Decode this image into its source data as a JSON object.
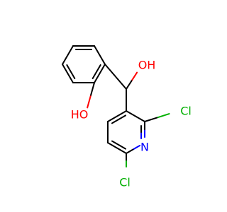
{
  "molecule": {
    "colors": {
      "bond": "#000000",
      "oxygen": "#ff0000",
      "nitrogen": "#0000ff",
      "chlorine": "#00b000"
    },
    "labels": {
      "phenol_oh": "HO",
      "carbinol_oh": "OH",
      "ring_n": "N",
      "cl_top": "Cl",
      "cl_bottom": "Cl"
    }
  }
}
